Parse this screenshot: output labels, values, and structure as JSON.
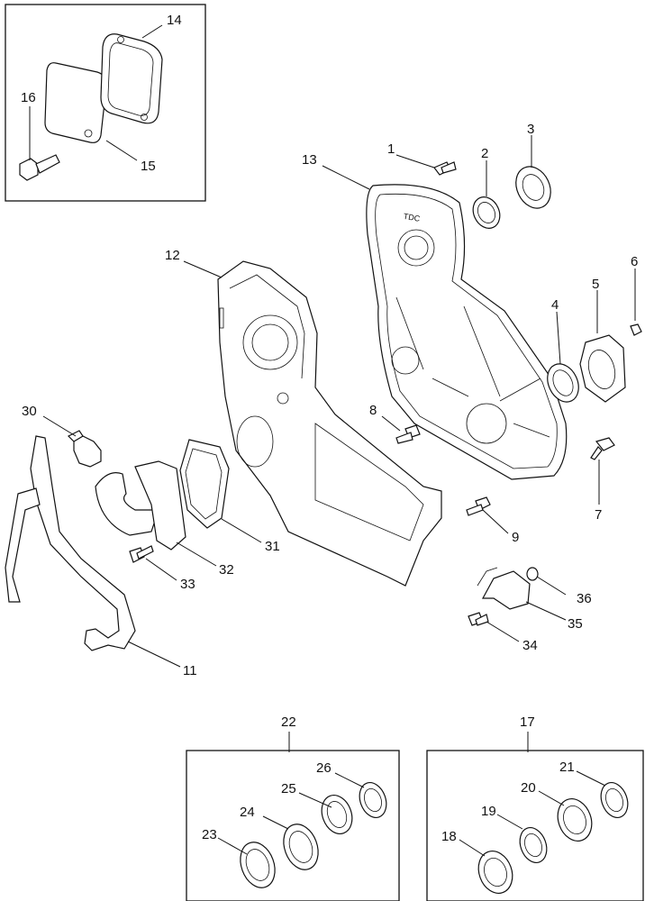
{
  "callouts": {
    "c1": "1",
    "c2": "2",
    "c3": "3",
    "c4": "4",
    "c5": "5",
    "c6": "6",
    "c7": "7",
    "c8": "8",
    "c9": "9",
    "c11": "11",
    "c12": "12",
    "c13": "13",
    "c14": "14",
    "c15": "15",
    "c16": "16",
    "c17": "17",
    "c18": "18",
    "c19": "19",
    "c20": "20",
    "c21": "21",
    "c22": "22",
    "c23": "23",
    "c24": "24",
    "c25": "25",
    "c26": "26",
    "c30": "30",
    "c31": "31",
    "c32": "32",
    "c33": "33",
    "c34": "34",
    "c35": "35",
    "c36": "36"
  },
  "stamp_text": "TDC"
}
